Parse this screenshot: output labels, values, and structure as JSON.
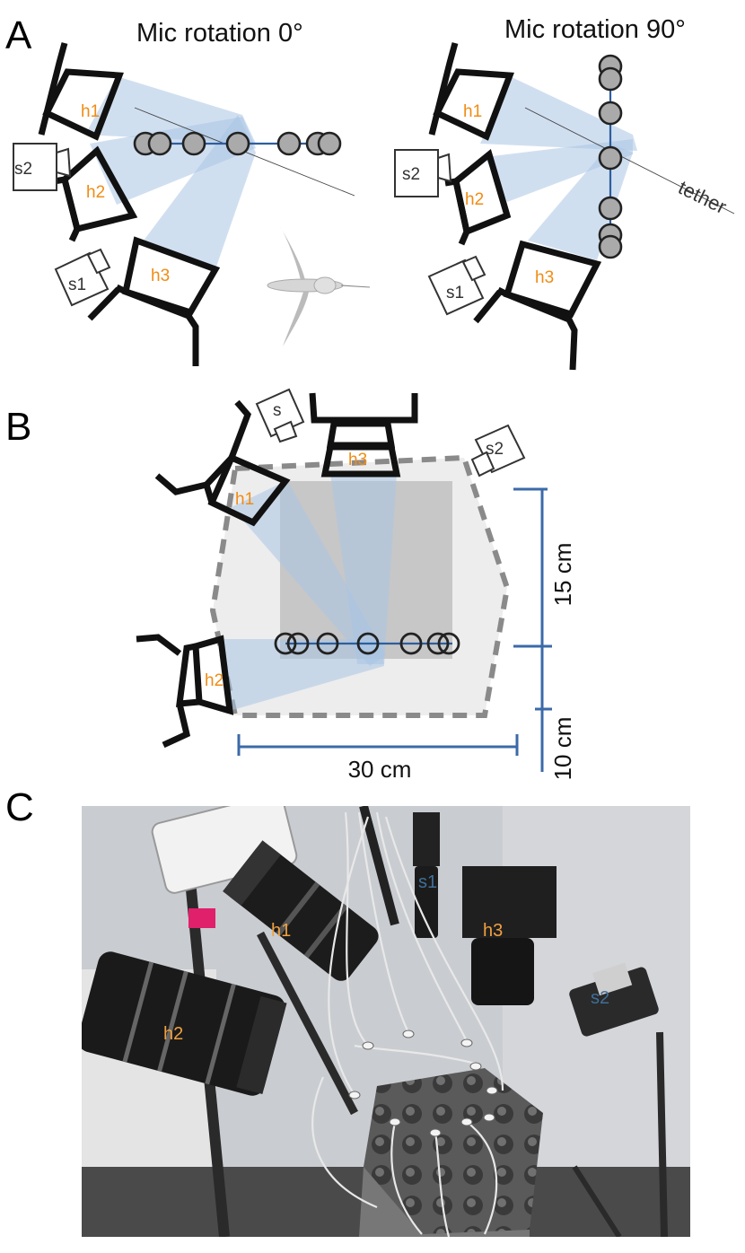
{
  "panel_a": {
    "letter": "A",
    "left_title": "Mic rotation 0°",
    "right_title": "Mic rotation 90°",
    "tether_label": "tether",
    "cameras": {
      "h1": "h1",
      "h2": "h2",
      "h3": "h3",
      "s1": "s1",
      "s2": "s2"
    }
  },
  "panel_b": {
    "letter": "B",
    "cameras": {
      "h1": "h1",
      "h2": "h2",
      "h3": "h3",
      "s": "s",
      "s2": "s2"
    },
    "dim_depth_upper": "15 cm",
    "dim_depth_lower": "10 cm",
    "dim_width": "30 cm"
  },
  "panel_c": {
    "letter": "C",
    "labels": {
      "h1": "h1",
      "h2": "h2",
      "h3": "h3",
      "s1": "s1",
      "s2": "s2"
    }
  },
  "colors": {
    "high_speed_label": "#f08c14",
    "beam": "#a9c4e4",
    "mic_axis": "#2e5e9e",
    "dimension_line": "#3b6aa8"
  }
}
